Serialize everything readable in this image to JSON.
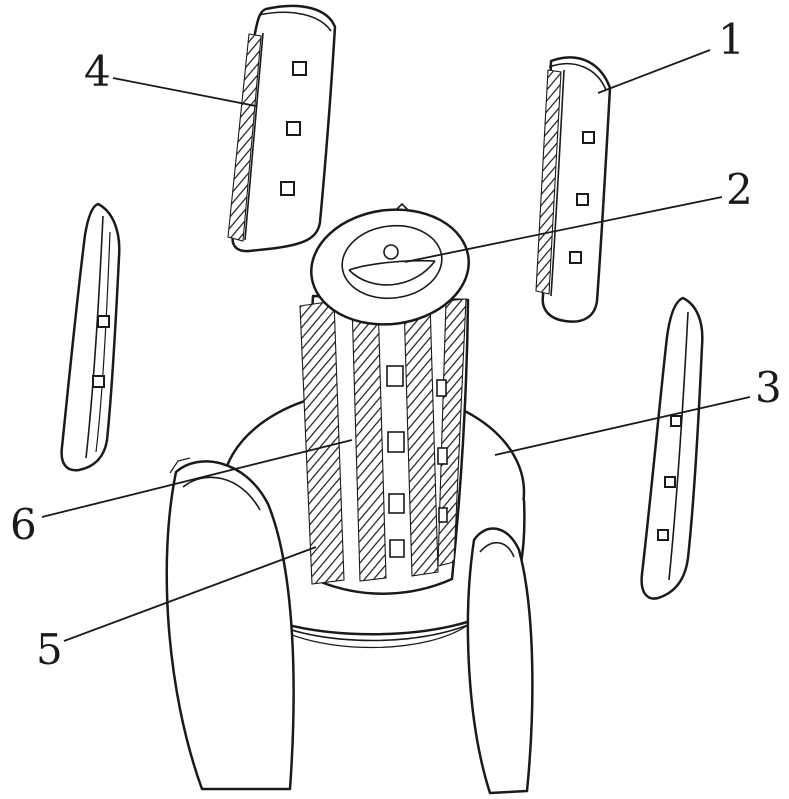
{
  "figure": {
    "background": "#ffffff",
    "line_color": "#1a1a1a",
    "labels": [
      {
        "text": "1"
      },
      {
        "text": "2"
      },
      {
        "text": "3"
      },
      {
        "text": "4"
      },
      {
        "text": "5"
      },
      {
        "text": "6"
      }
    ]
  }
}
